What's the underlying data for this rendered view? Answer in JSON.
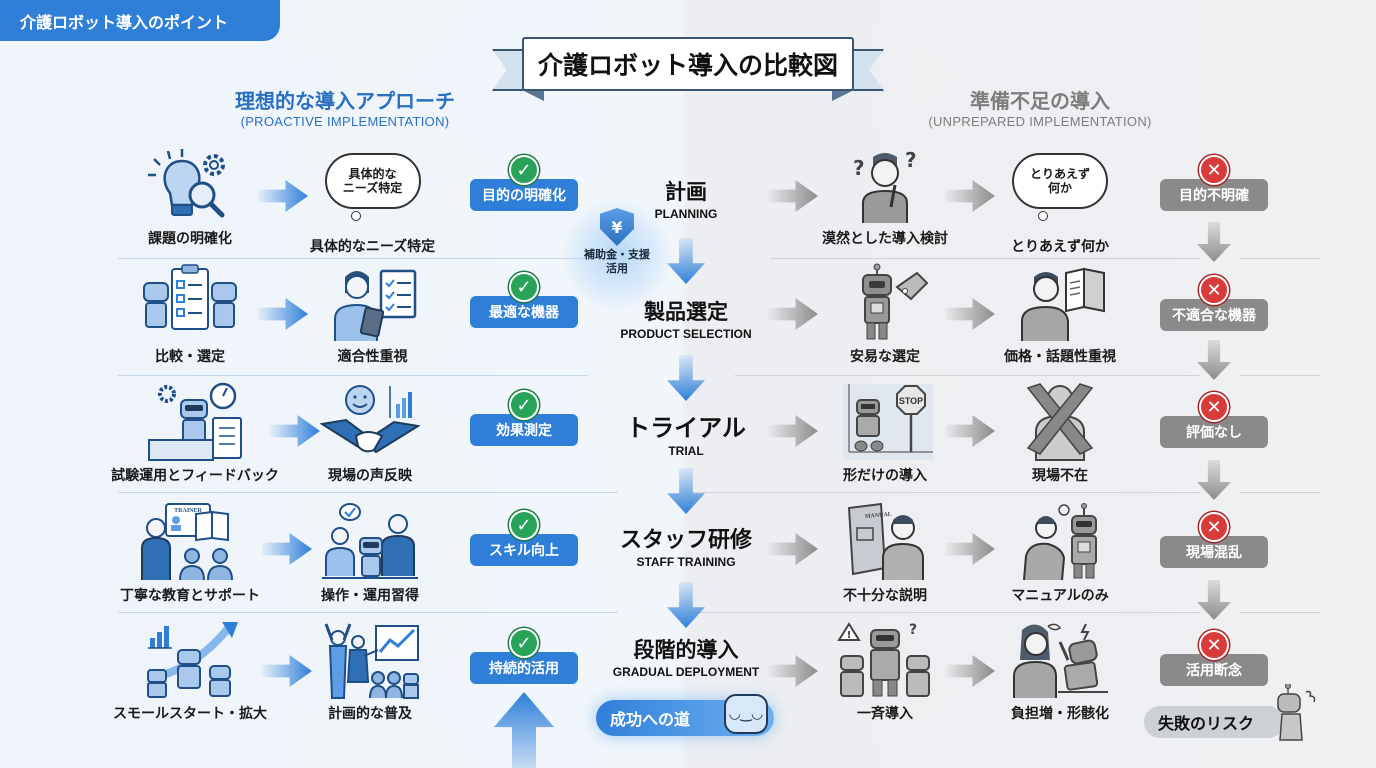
{
  "corner_tag": "介護ロボット導入のポイント",
  "title": "介護ロボット導入の比較図",
  "left_section": {
    "title_jp": "理想的な導入アプローチ",
    "title_en": "(PROACTIVE IMPLEMENTATION)",
    "color": "#2a6fc2"
  },
  "right_section": {
    "title_jp": "準備不足の導入",
    "title_en": "(UNPREPARED IMPLEMENTATION)",
    "color": "#7d7d7d"
  },
  "steps": [
    {
      "jp": "計画",
      "en": "PLANNING",
      "good": {
        "step1": "課題の明確化",
        "step1_icon": "lightbulb-gear-magnifier-icon",
        "step2": "具体的なニーズ特定",
        "step2_icon": "thought-bubble-icon",
        "bubble": "具体的な\nニーズ特定",
        "result": "目的の明確化"
      },
      "bad": {
        "step1": "漠然とした導入検討",
        "step1_icon": "confused-person-icon",
        "step2": "とりあえず何か",
        "step2_icon": "thought-bubble-icon",
        "bubble": "とりあえず\n何か",
        "result": "目的不明確"
      }
    },
    {
      "jp": "製品選定",
      "en": "PRODUCT SELECTION",
      "good": {
        "step1": "比較・選定",
        "step1_icon": "robots-checklist-icon",
        "step2": "適合性重視",
        "step2_icon": "person-clipboard-icon",
        "result": "最適な機器"
      },
      "bad": {
        "step1": "安易な選定",
        "step1_icon": "robot-price-tag-icon",
        "step2": "価格・話題性重視",
        "step2_icon": "person-magazine-icon",
        "result": "不適合な機器"
      }
    },
    {
      "jp": "トライアル",
      "en": "TRIAL",
      "good": {
        "step1": "試験運用とフィードバック",
        "step1_icon": "robot-stopwatch-icon",
        "step2": "現場の声反映",
        "step2_icon": "handshake-smile-icon",
        "result": "効果測定"
      },
      "bad": {
        "step1": "形だけの導入",
        "step1_icon": "robot-stop-sign-icon",
        "step2": "現場不在",
        "step2_icon": "person-crossed-arms-icon",
        "result": "評価なし"
      }
    },
    {
      "jp": "スタッフ研修",
      "en": "STAFF TRAINING",
      "good": {
        "step1": "丁寧な教育とサポート",
        "step1_icon": "trainer-icon",
        "step2": "操作・運用習得",
        "step2_icon": "staff-robot-practice-icon",
        "result": "スキル向上"
      },
      "bad": {
        "step1": "不十分な説明",
        "step1_icon": "manual-book-icon",
        "step2": "マニュアルのみ",
        "step2_icon": "confused-staff-robot-icon",
        "result": "現場混乱"
      }
    },
    {
      "jp": "段階的導入",
      "en": "GRADUAL DEPLOYMENT",
      "good": {
        "step1": "スモールスタート・拡大",
        "step1_icon": "robots-growth-icon",
        "step2": "計画的な普及",
        "step2_icon": "team-celebration-chart-icon",
        "result": "持続的活用"
      },
      "bad": {
        "step1": "一斉導入",
        "step1_icon": "many-robots-chaos-icon",
        "step2": "負担増・形骸化",
        "step2_icon": "stressed-person-broken-robot-icon",
        "result": "活用断念"
      }
    }
  ],
  "subsidy": {
    "icon": "yen-shield-icon",
    "symbol": "¥",
    "label_line1": "補助金・支援",
    "label_line2": "活用"
  },
  "success_label": "成功への道",
  "failure_label": "失敗のリスク",
  "icons": {
    "ok": "✓",
    "ng": "✕"
  },
  "colors": {
    "accent_blue": "#2f7fd9",
    "ok_green": "#2aa35a",
    "ng_red": "#d93a3a",
    "neutral_grey": "#8a8a8a"
  }
}
